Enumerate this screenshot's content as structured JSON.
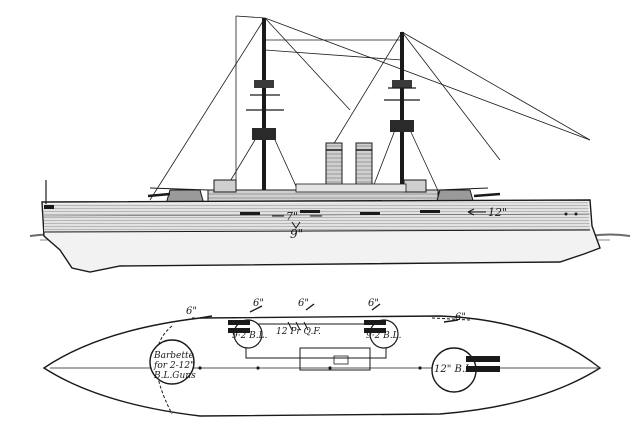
{
  "elevation": {
    "labels": {
      "secondary_casemate": "7\"",
      "main_gun": "12\"",
      "belt": "9\""
    }
  },
  "plan": {
    "labels": {
      "six_inch_1": "6\"",
      "six_inch_2": "6\"",
      "six_inch_3": "6\"",
      "six_inch_4": "6\"",
      "six_inch_5": "6\"",
      "turret_92_port": "9·2 B.L.",
      "turret_92_stbd": "9·2 B.L.",
      "qf_guns": "12 Pr Q.F.",
      "barbette_line1": "Barbette",
      "barbette_line2": "for 2-12\"",
      "barbette_line3": "B.L.Guns",
      "aft_turret": "12\" B.L."
    }
  },
  "colors": {
    "ink": "#1a1a1a",
    "hull_shade": "#b8b8b8",
    "water": "#6a6a6a",
    "paper": "#ffffff"
  }
}
